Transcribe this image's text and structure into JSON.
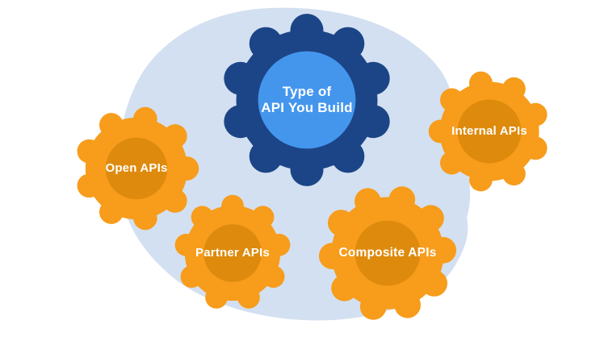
{
  "gears": {
    "center": {
      "label": "Type of\nAPI You Build"
    },
    "open": {
      "label": "Open APIs"
    },
    "internal": {
      "label": "Internal APIs"
    },
    "partner": {
      "label": "Partner APIs"
    },
    "composite": {
      "label": "Composite APIs"
    }
  },
  "colors": {
    "dark_blue": "#1C4587",
    "bright_blue": "#4496ED",
    "orange": "#F79C1B",
    "dark_orange": "#DE8A0C",
    "blob": "#D3E0F1",
    "label_text": "#FFFFFF"
  }
}
